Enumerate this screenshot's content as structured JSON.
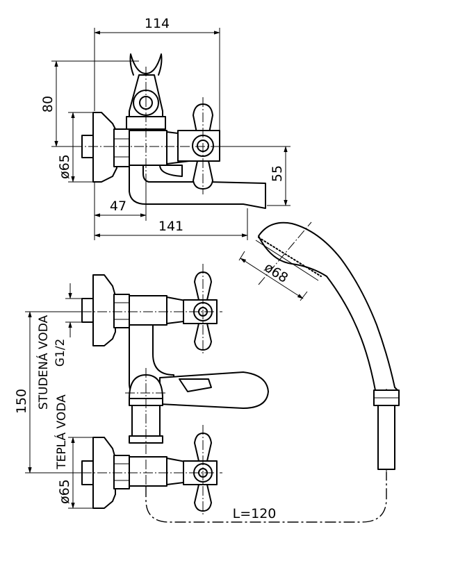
{
  "dimensions": {
    "top_width": "114",
    "height_80": "80",
    "dia_65_top": "ø65",
    "spout_55": "55",
    "offset_47": "47",
    "reach_141": "141",
    "shower_dia": "ø68",
    "spacing_150": "150",
    "dia_65_bottom": "ø65",
    "hose_length": "L=120"
  },
  "labels": {
    "cold_water": "STUDENÁ VODA",
    "thread": "G1/2",
    "warm_water": "TEPLÁ VODA"
  }
}
